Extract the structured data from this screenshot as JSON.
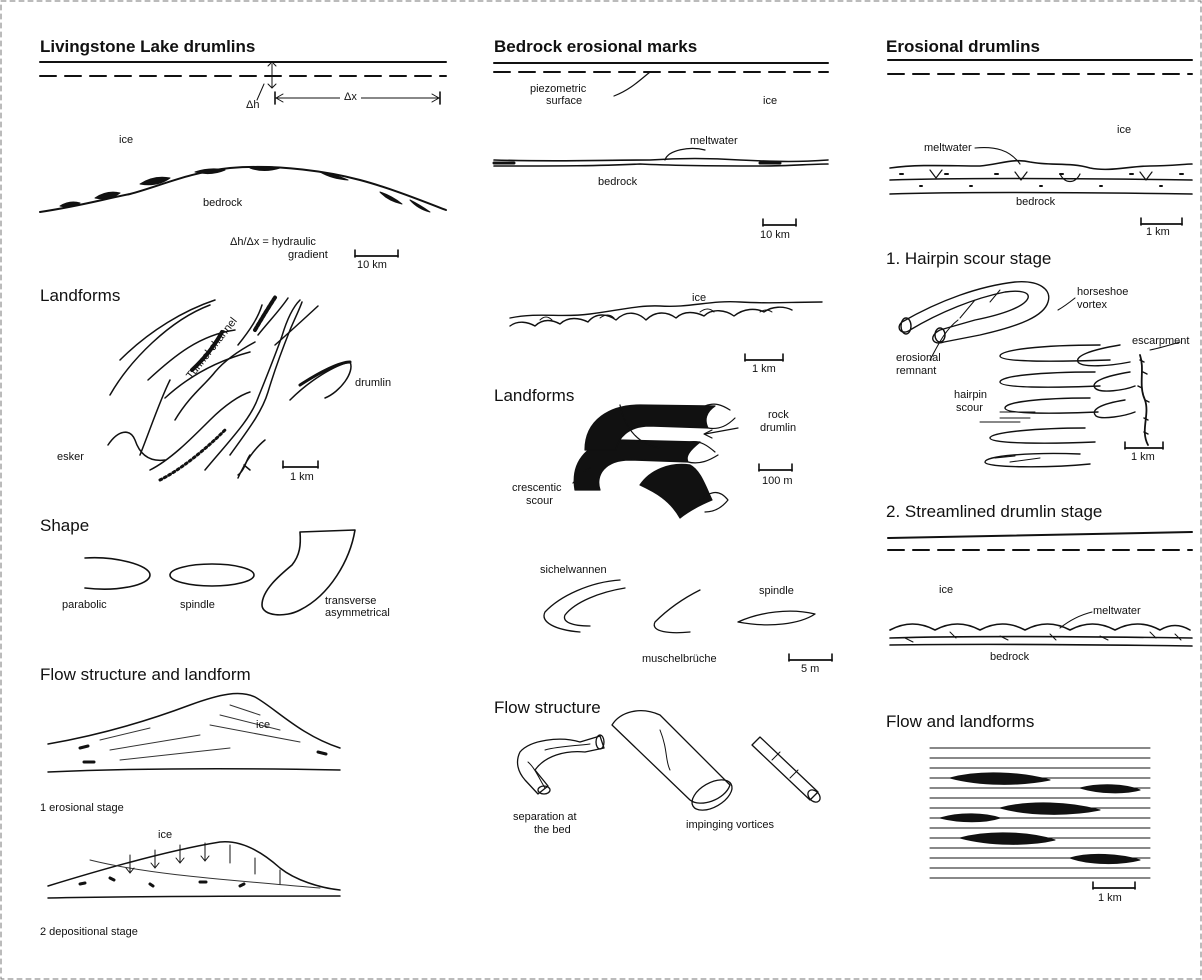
{
  "col1": {
    "title": "Livingstone Lake drumlins",
    "dh": "Δh",
    "dx": "Δx",
    "ice": "ice",
    "bedrock": "bedrock",
    "gradient_formula": "Δh/Δx = hydraulic",
    "gradient_word": "gradient",
    "scale": "10 km",
    "landforms_title": "Landforms",
    "tunnel_channel": "Tunnel channel",
    "drumlin": "drumlin",
    "esker": "esker",
    "landforms_scale": "1 km",
    "shape_title": "Shape",
    "parabolic": "parabolic",
    "spindle": "spindle",
    "transverse": "transverse",
    "asymmetrical": "asymmetrical",
    "flow_title": "Flow structure and landform",
    "flow_ice_1": "ice",
    "stage1": "1  erosional stage",
    "flow_ice_2": "ice",
    "stage2": "2  depositional stage"
  },
  "col2": {
    "title": "Bedrock erosional marks",
    "piezometric": "piezometric",
    "surface": "surface",
    "ice": "ice",
    "meltwater": "meltwater",
    "bedrock": "bedrock",
    "scale1": "10 km",
    "ice2": "ice",
    "scale2": "1 km",
    "landforms_title": "Landforms",
    "rock": "rock",
    "drumlin": "drumlin",
    "crescentic": "crescentic",
    "scour": "scour",
    "scale3": "100 m",
    "sichelwannen": "sichelwannen",
    "spindle": "spindle",
    "muschelbruche": "muschelbrüche",
    "scale4": "5 m",
    "flow_title": "Flow structure",
    "separation": "separation at",
    "the_bed": "the bed",
    "impinging": "impinging vortices"
  },
  "col3": {
    "title": "Erosional drumlins",
    "ice": "ice",
    "meltwater": "meltwater",
    "bedrock": "bedrock",
    "scale1": "1 km",
    "stage1_title": "1. Hairpin scour stage",
    "horseshoe": "horseshoe",
    "vortex": "vortex",
    "escarpment": "escarpment",
    "erosional": "erosional",
    "remnant": "remnant",
    "hairpin": "hairpin",
    "scour": "scour",
    "scale2": "1 km",
    "stage2_title": "2. Streamlined drumlin stage",
    "ice2": "ice",
    "meltwater2": "meltwater",
    "bedrock2": "bedrock",
    "flow_title": "Flow and landforms",
    "scale3": "1 km"
  }
}
